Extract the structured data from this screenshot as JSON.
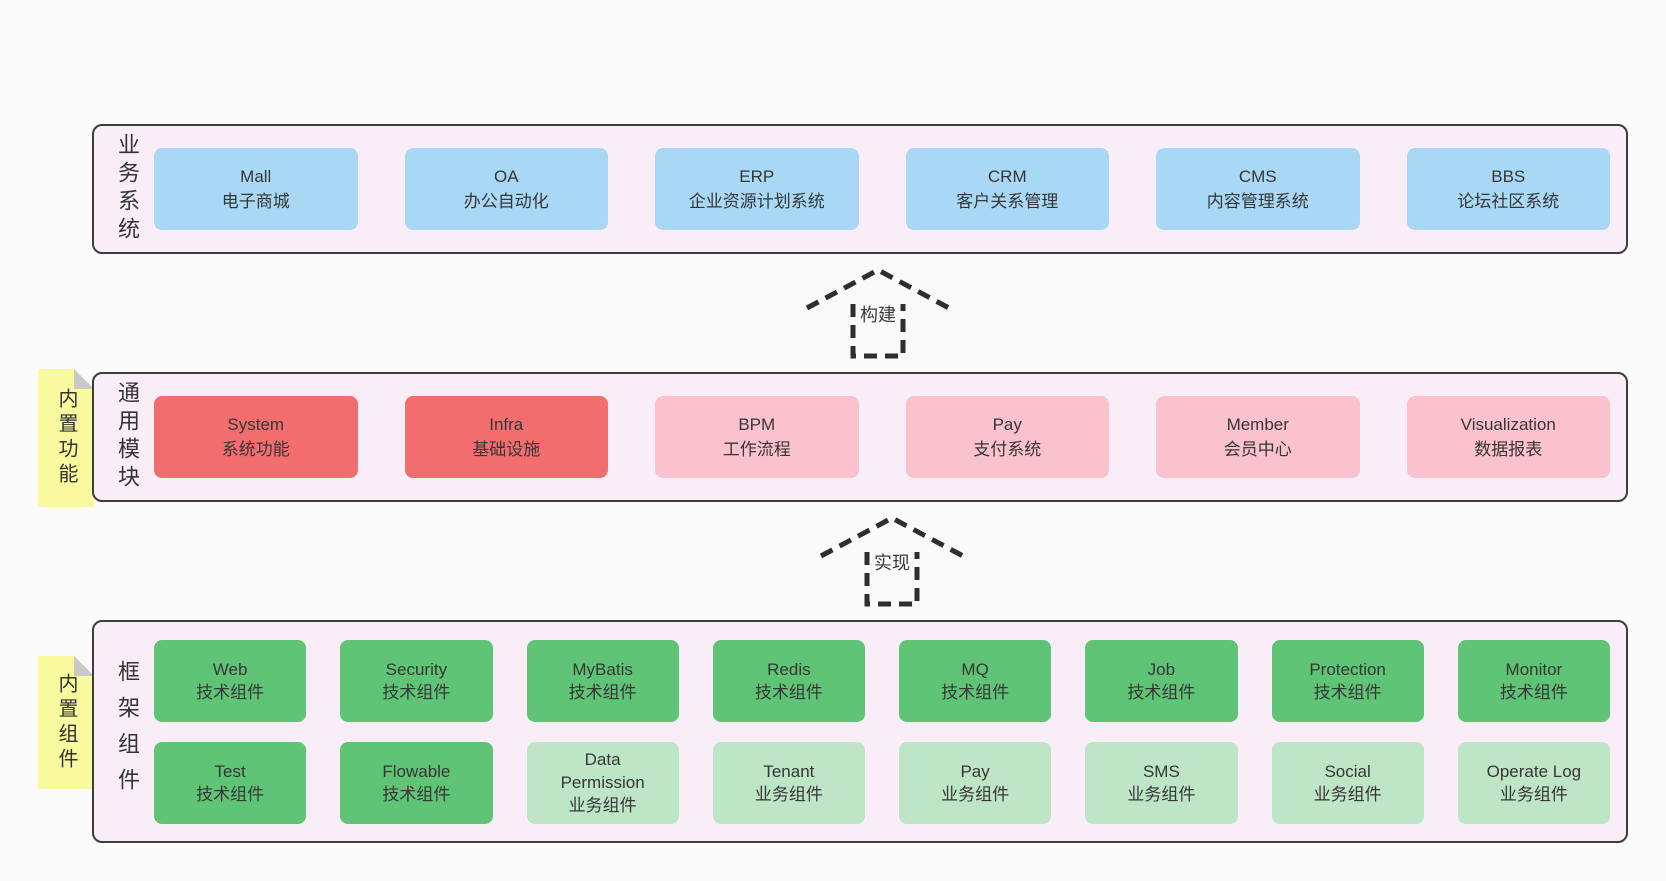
{
  "palette": {
    "page_bg": "#fafafa",
    "panel_bg": "#f9eef7",
    "panel_border": "#3d3d3d",
    "box_blue": "#a9d8f4",
    "box_red": "#f26e6e",
    "box_pink": "#f9c2cd",
    "box_green": "#5fc475",
    "box_light_green": "#bde5c6",
    "sticky_yellow": "#f9f9a0",
    "fold_gray": "#c9c9c9",
    "text": "#363636"
  },
  "arrows": [
    {
      "label": "构建"
    },
    {
      "label": "实现"
    }
  ],
  "panels": [
    {
      "label": "业务系统",
      "rows": [
        [
          {
            "name": "Mall",
            "desc": "电子商城"
          },
          {
            "name": "OA",
            "desc": "办公自动化"
          },
          {
            "name": "ERP",
            "desc": "企业资源计划系统"
          },
          {
            "name": "CRM",
            "desc": "客户关系管理"
          },
          {
            "name": "CMS",
            "desc": "内容管理系统"
          },
          {
            "name": "BBS",
            "desc": "论坛社区系统"
          }
        ]
      ]
    },
    {
      "label": "通用模块",
      "sticky": "内置功能",
      "rows": [
        [
          {
            "name": "System",
            "desc": "系统功能"
          },
          {
            "name": "Infra",
            "desc": "基础设施"
          },
          {
            "name": "BPM",
            "desc": "工作流程"
          },
          {
            "name": "Pay",
            "desc": "支付系统"
          },
          {
            "name": "Member",
            "desc": "会员中心"
          },
          {
            "name": "Visualization",
            "desc": "数据报表"
          }
        ]
      ]
    },
    {
      "label": "框架组件",
      "sticky": "内置组件",
      "rows": [
        [
          {
            "name": "Web",
            "desc": "技术组件"
          },
          {
            "name": "Security",
            "desc": "技术组件"
          },
          {
            "name": "MyBatis",
            "desc": "技术组件"
          },
          {
            "name": "Redis",
            "desc": "技术组件"
          },
          {
            "name": "MQ",
            "desc": "技术组件"
          },
          {
            "name": "Job",
            "desc": "技术组件"
          },
          {
            "name": "Protection",
            "desc": "技术组件"
          },
          {
            "name": "Monitor",
            "desc": "技术组件"
          }
        ],
        [
          {
            "name": "Test",
            "desc": "技术组件"
          },
          {
            "name": "Flowable",
            "desc": "技术组件"
          },
          {
            "name": "Data Permission",
            "desc": "业务组件"
          },
          {
            "name": "Tenant",
            "desc": "业务组件"
          },
          {
            "name": "Pay",
            "desc": "业务组件"
          },
          {
            "name": "SMS",
            "desc": "业务组件"
          },
          {
            "name": "Social",
            "desc": "业务组件"
          },
          {
            "name": "Operate Log",
            "desc": "业务组件"
          }
        ]
      ]
    }
  ]
}
